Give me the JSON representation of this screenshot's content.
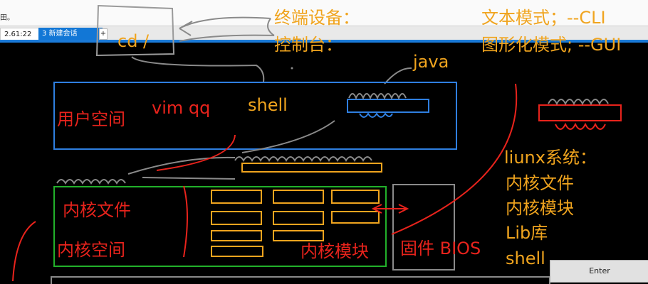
{
  "window": {
    "partial_text": "田。",
    "tabs": [
      {
        "label": "2.61:22",
        "active": false
      },
      {
        "label": "3 新建会话",
        "active": true
      }
    ],
    "add_tab": "+"
  },
  "enter_button": "Enter",
  "annotations": {
    "terminal_device": "终端设备：",
    "console": "控制台：",
    "text_mode": "文本模式；--CLI",
    "graphic_mode": "图形化模式; --GUI",
    "cd_cmd": "cd /",
    "java": "java",
    "shell_label": "shell",
    "vim_cmd": "vim qq",
    "user_space": "用户空间",
    "kernel_file": "内核文件",
    "kernel_space": "内核空间",
    "kernel_module": "内核模块",
    "firmware": "固件 BIOS",
    "linux_system": "liunx系统：",
    "linux_item1": "内核文件",
    "linux_item2": "内核模块",
    "linux_item3": "Lib库",
    "linux_item4": "shell"
  },
  "colors": {
    "red": "#e8231c",
    "orange": "#f0a41e",
    "blue": "#2f7fe0",
    "green": "#22b02a",
    "gray": "#8a8a8a",
    "accent_blue": "#1a7ad8"
  }
}
